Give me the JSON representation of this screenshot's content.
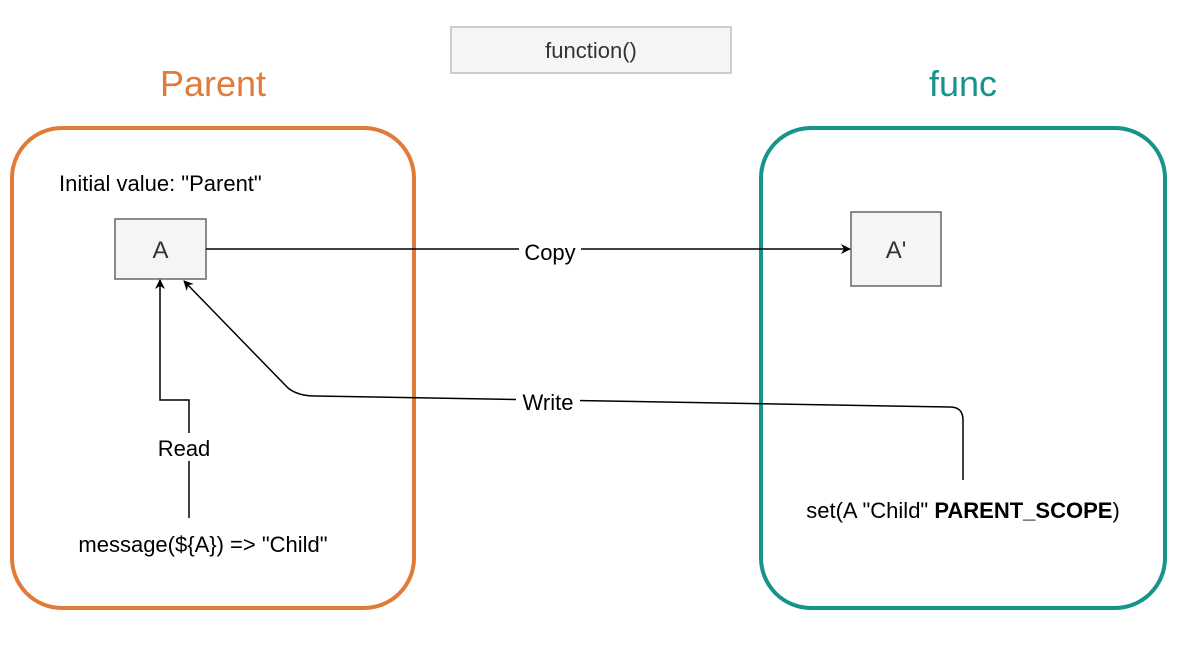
{
  "header_box": {
    "label": "function()"
  },
  "parent_scope": {
    "title": "Parent",
    "initial_value_label": "Initial value: \"Parent\"",
    "var_label": "A",
    "message_label": "message(${A})  =>  \"Child\"",
    "color": "#e07b39"
  },
  "func_scope": {
    "title": "func",
    "var_label": "A'",
    "set_prefix": "set(A \"Child\" ",
    "set_keyword": "PARENT_SCOPE",
    "set_suffix": ")",
    "color": "#16938a"
  },
  "edges": {
    "copy_label": "Copy",
    "write_label": "Write",
    "read_label": "Read"
  },
  "colors": {
    "node_fill": "#f5f5f5",
    "node_stroke": "#666666",
    "edge": "#000000"
  }
}
